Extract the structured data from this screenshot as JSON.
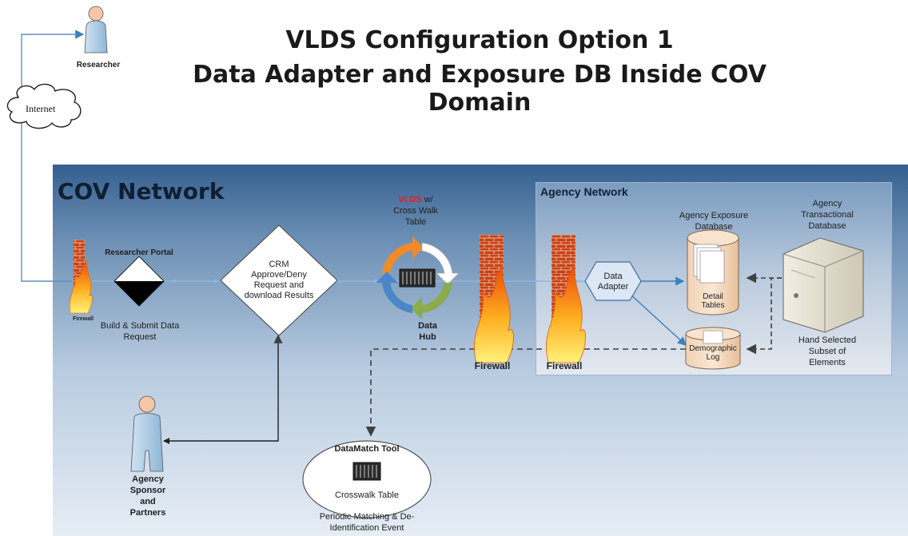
{
  "titles": {
    "line1": "VLDS Configuration Option 1",
    "line2": "Data Adapter and Exposure DB Inside COV Domain"
  },
  "researcher": {
    "label": "Researcher"
  },
  "internet": {
    "label": "Internet"
  },
  "cov_network": {
    "label": "COV Network"
  },
  "agency_network": {
    "label": "Agency Network"
  },
  "firewalls": [
    {
      "label": "Firewall"
    },
    {
      "label": "Firewall"
    },
    {
      "label": "Firewall"
    }
  ],
  "researcher_portal": {
    "title": "Researcher Portal",
    "caption_line1": "Build & Submit Data",
    "caption_line2": "Request"
  },
  "crm": {
    "line1": "CRM",
    "line2": "Approve/Deny",
    "line3": "Request and",
    "line4": "download Results"
  },
  "vlds": {
    "vlds_word": "VLDS",
    "suffix": " w/",
    "line2": "Cross Walk",
    "line3": "Table",
    "hub_line1": "Data",
    "hub_line2": "Hub"
  },
  "data_adapter": {
    "line1": "Data",
    "line2": "Adapter"
  },
  "exposure_db": {
    "line1": "Agency Exposure",
    "line2": "Database",
    "inner_line1": "Detail",
    "inner_line2": "Tables"
  },
  "demographic_log": {
    "line1": "Demographic",
    "line2": "Log"
  },
  "transactional_db": {
    "line1": "Agency",
    "line2": "Transactional",
    "line3": "Database"
  },
  "hand_selected": {
    "line1": "Hand Selected",
    "line2": "Subset of",
    "line3": "Elements"
  },
  "agency_sponsor": {
    "line1": "Agency",
    "line2": "Sponsor",
    "line3": "and",
    "line4": "Partners"
  },
  "datamatch": {
    "title": "DataMatch Tool",
    "subtitle": "Crosswalk Table",
    "caption_line1": "Periodic Matching & De-",
    "caption_line2": "Identification Event"
  },
  "colors": {
    "vlds_red": "#e02020",
    "line_blue": "#6a9fd8",
    "connector_blue": "#3d7fc4",
    "dashed_gray": "#404040"
  }
}
